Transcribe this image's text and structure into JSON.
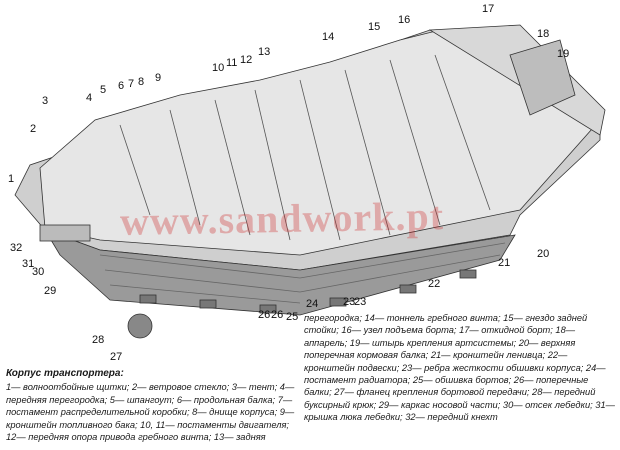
{
  "watermark": "www.sandwork.pt",
  "callouts": [
    "1",
    "2",
    "3",
    "4",
    "5",
    "6",
    "7",
    "8",
    "9",
    "10",
    "11",
    "12",
    "13",
    "14",
    "15",
    "16",
    "17",
    "18",
    "19",
    "20",
    "21",
    "22",
    "23",
    "23",
    "24",
    "25",
    "26",
    "26",
    "27",
    "28",
    "29",
    "30",
    "31",
    "32"
  ],
  "caption": {
    "title": "Корпус транспортера:",
    "left_text": "1— волноотбойные щитки; 2— ветровое стекло; 3— тент; 4— передняя перегородка; 5— шпангоут; 6— продольная балка; 7— постамент распределительной коробки; 8— днище корпуса; 9— кронштейн топливного бака; 10, 11— постаменты двигателя; 12— передняя опора привода гребного винта; 13— задняя",
    "right_text": "перегородка; 14— тоннель гребного винта; 15— гнездо задней стойки; 16— узел подъема борта; 17— откидной борт; 18— аппарель; 19— штырь крепления артсистемы; 20— верхняя поперечная кормовая балка; 21— кронштейн ленивца; 22— кронштейн подвески; 23— ребра жесткости обшивки корпуса; 24— постамент радиатора; 25— обшивка бортов; 26— поперечные балки; 27— фланец крепления бортовой передачи; 28— передний буксирный крюк; 29— каркас носовой части; 30— отсек лебедки; 31— крышка люка лебедки; 32— передний кнехт"
  }
}
